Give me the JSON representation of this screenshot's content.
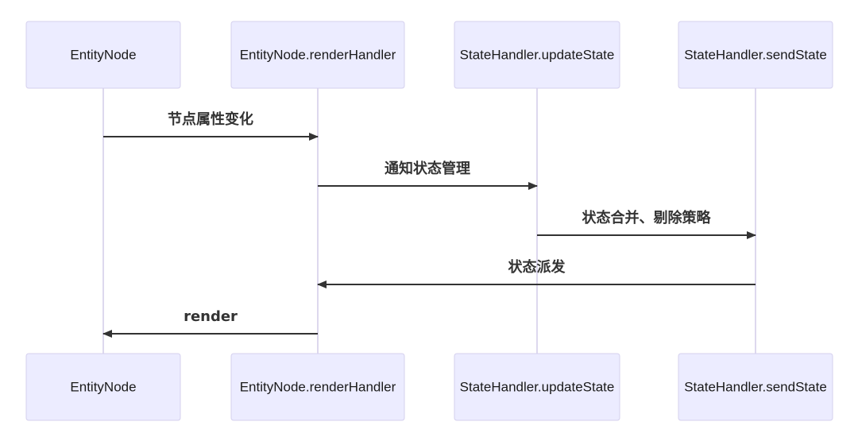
{
  "actors": [
    {
      "id": "entity_node",
      "label": "EntityNode"
    },
    {
      "id": "render_handler",
      "label": "EntityNode.renderHandler"
    },
    {
      "id": "update_state",
      "label": "StateHandler.updateState"
    },
    {
      "id": "send_state",
      "label": "StateHandler.sendState"
    }
  ],
  "messages": [
    {
      "from": 0,
      "to": 1,
      "label": "节点属性变化"
    },
    {
      "from": 1,
      "to": 2,
      "label": "通知状态管理"
    },
    {
      "from": 2,
      "to": 3,
      "label": "状态合并、剔除策略"
    },
    {
      "from": 3,
      "to": 1,
      "label": "状态派发"
    },
    {
      "from": 1,
      "to": 0,
      "label": "render"
    }
  ],
  "colors": {
    "actor_fill": "#ececff",
    "actor_stroke": "#d5d0ee",
    "lifeline": "#ddd8ee",
    "message": "#333333"
  }
}
